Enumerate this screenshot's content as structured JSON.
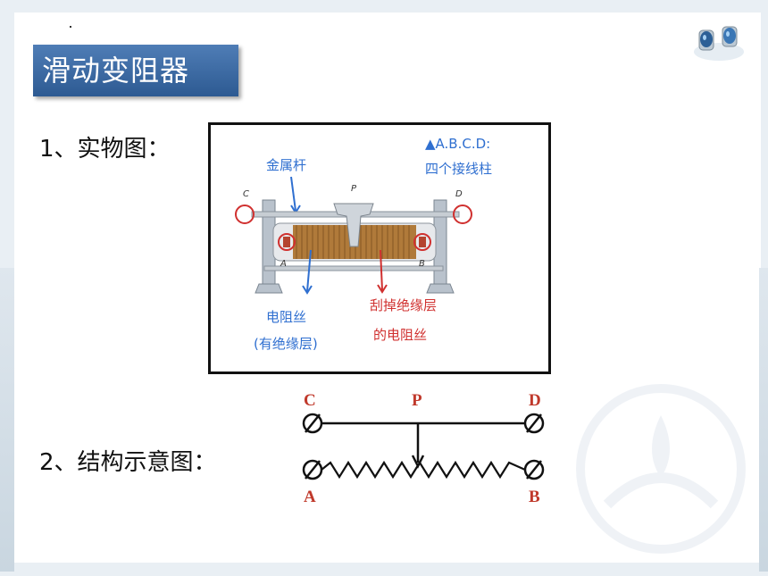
{
  "slide": {
    "title": "滑动变阻器",
    "item1": "1、实物图：",
    "item2": "2、结构示意图："
  },
  "photo": {
    "note_terminals": "▲A.B.C.D:",
    "note_terminals_2": "四个接线柱",
    "label_rod": "金属杆",
    "label_wire": "电阻丝",
    "label_wire_2": "(有绝缘层)",
    "label_scraped": "刮掉绝缘层",
    "label_scraped_2": "的电阻丝",
    "letter_c": "C",
    "letter_d": "D",
    "letter_p": "P",
    "letter_a": "A",
    "letter_b": "B"
  },
  "schematic": {
    "c": "C",
    "p": "P",
    "d": "D",
    "a": "A",
    "b": "B"
  },
  "colors": {
    "title_bg": "#3a68a4",
    "annotation_blue": "#2f6fd0",
    "annotation_red": "#d0302f",
    "schematic_label_red": "#c0392b"
  },
  "icons": [
    "binoculars-icon",
    "watermark-hands-icon"
  ]
}
